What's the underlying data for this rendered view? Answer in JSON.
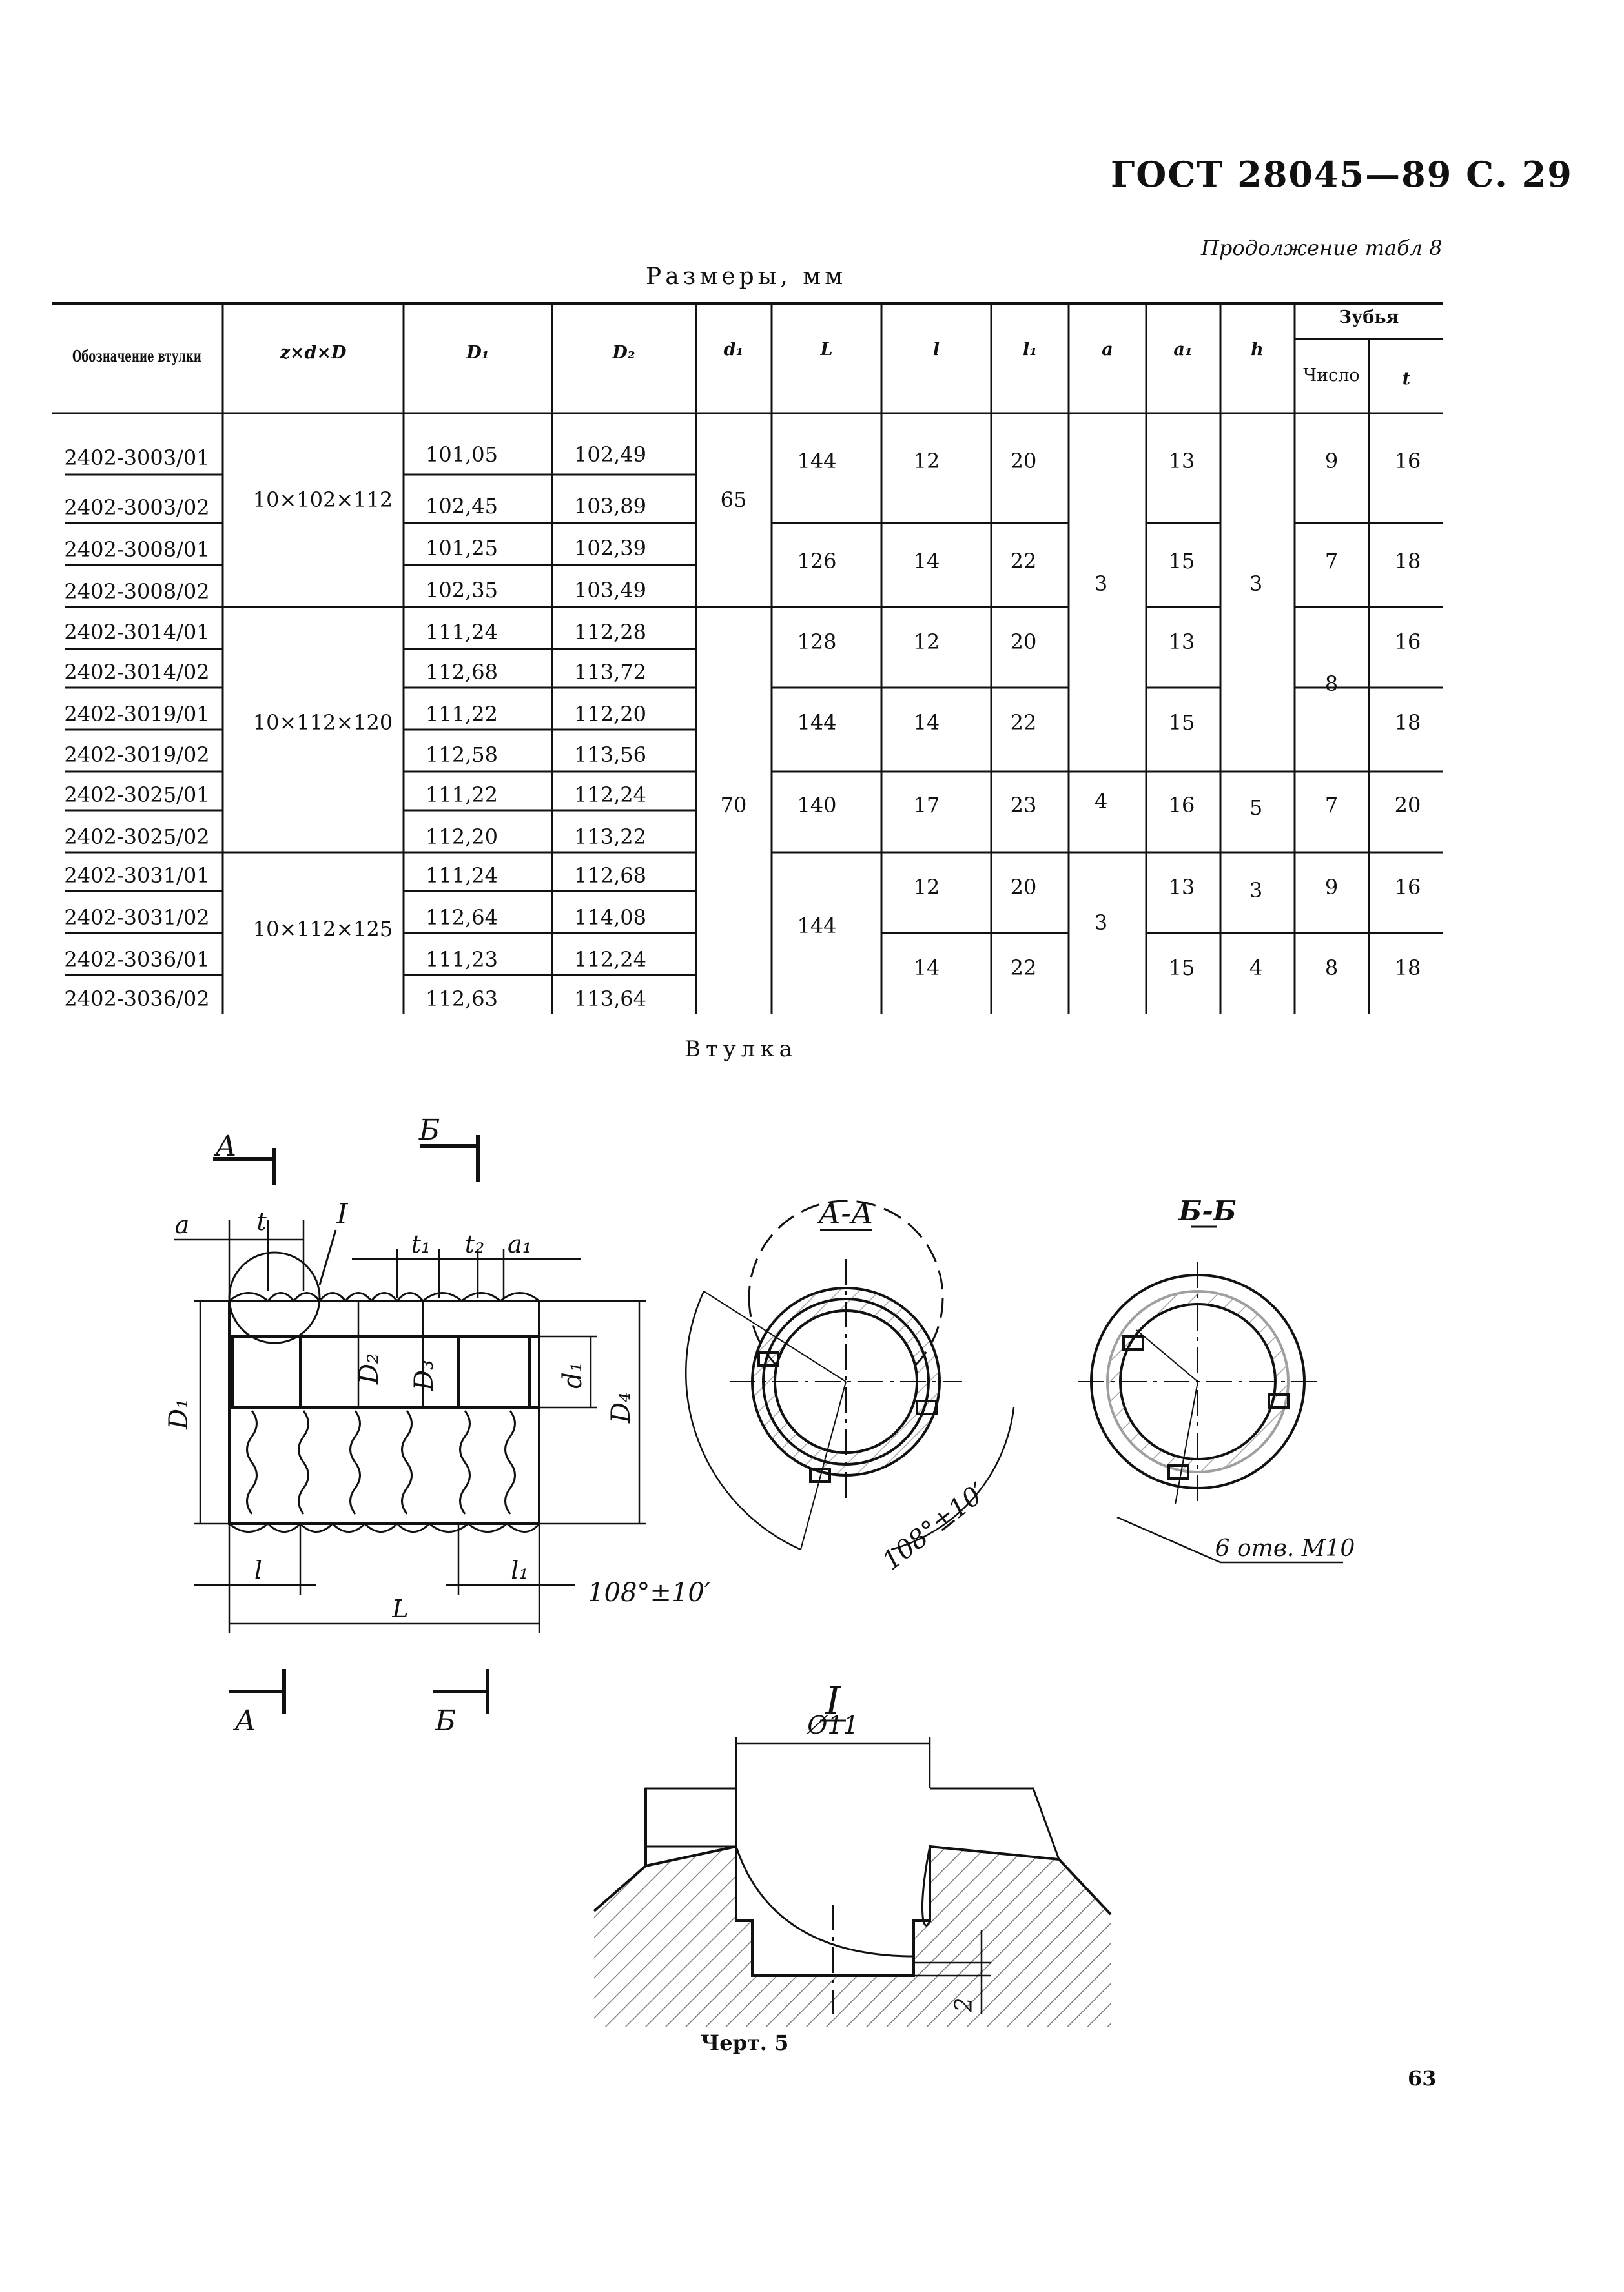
{
  "header": {
    "standard": "ГОСТ 28045—89 С. 29"
  },
  "table": {
    "continuation": "Продолжение табл 8",
    "units_title": "Размеры, мм",
    "headers": {
      "designation": "Обозначение втулки",
      "zdD": "z×d×D",
      "D1": "D₁",
      "D2": "D₂",
      "d1": "d₁",
      "L": "L",
      "l": "l",
      "l1": "l₁",
      "a": "a",
      "a1": "a₁",
      "h": "h",
      "teeth": "Зубья",
      "teeth_count": "Число",
      "teeth_t": "t"
    },
    "designations": [
      "2402-3003/01",
      "2402-3003/02",
      "2402-3008/01",
      "2402-3008/02",
      "2402-3014/01",
      "2402-3014/02",
      "2402-3019/01",
      "2402-3019/02",
      "2402-3025/01",
      "2402-3025/02",
      "2402-3031/01",
      "2402-3031/02",
      "2402-3036/01",
      "2402-3036/02"
    ],
    "D1": [
      "101,05",
      "102,45",
      "101,25",
      "102,35",
      "111,24",
      "112,68",
      "111,22",
      "112,58",
      "111,22",
      "112,20",
      "111,24",
      "112,64",
      "111,23",
      "112,63"
    ],
    "D2": [
      "102,49",
      "103,89",
      "102,39",
      "103,49",
      "112,28",
      "113,72",
      "112,20",
      "113,56",
      "112,24",
      "113,22",
      "112,68",
      "114,08",
      "112,24",
      "113,64"
    ],
    "zdD": [
      "10×102×112",
      "10×112×120",
      "10×112×125"
    ],
    "d1": [
      "65",
      "70"
    ],
    "L": [
      "144",
      "126",
      "128",
      "144",
      "140",
      "144"
    ],
    "l": [
      "12",
      "14",
      "12",
      "14",
      "17",
      "12",
      "14"
    ],
    "l1": [
      "20",
      "22",
      "20",
      "22",
      "23",
      "20",
      "22"
    ],
    "a": [
      "3",
      "4",
      "3"
    ],
    "a1": [
      "13",
      "15",
      "13",
      "15",
      "16",
      "13",
      "15"
    ],
    "h": [
      "3",
      "5",
      "3",
      "4"
    ],
    "teeth_count": [
      "9",
      "7",
      "8",
      "7",
      "9",
      "8"
    ],
    "teeth_t": [
      "16",
      "18",
      "16",
      "18",
      "20",
      "16",
      "18"
    ]
  },
  "figure": {
    "caption": "Втулка",
    "section_AA": "А-А",
    "section_BB": "Б-Б",
    "detail_label": "I",
    "marker_A": "А",
    "marker_B": "Б",
    "labels": {
      "a": "a",
      "t": "t",
      "t1": "t₁",
      "t2": "t₂",
      "a1": "a₁",
      "D1": "D₁",
      "D2": "D₂",
      "D3": "D₃",
      "d1": "d₁",
      "D4": "D₄",
      "l": "l",
      "l1": "l₁",
      "L": "L"
    },
    "angle_label": "108°±10′",
    "holes_label": "6 отв. М10",
    "diameter_label": "Ø11",
    "depth_label": "2",
    "drawing_no": "Черт. 5"
  },
  "page_number": "63"
}
